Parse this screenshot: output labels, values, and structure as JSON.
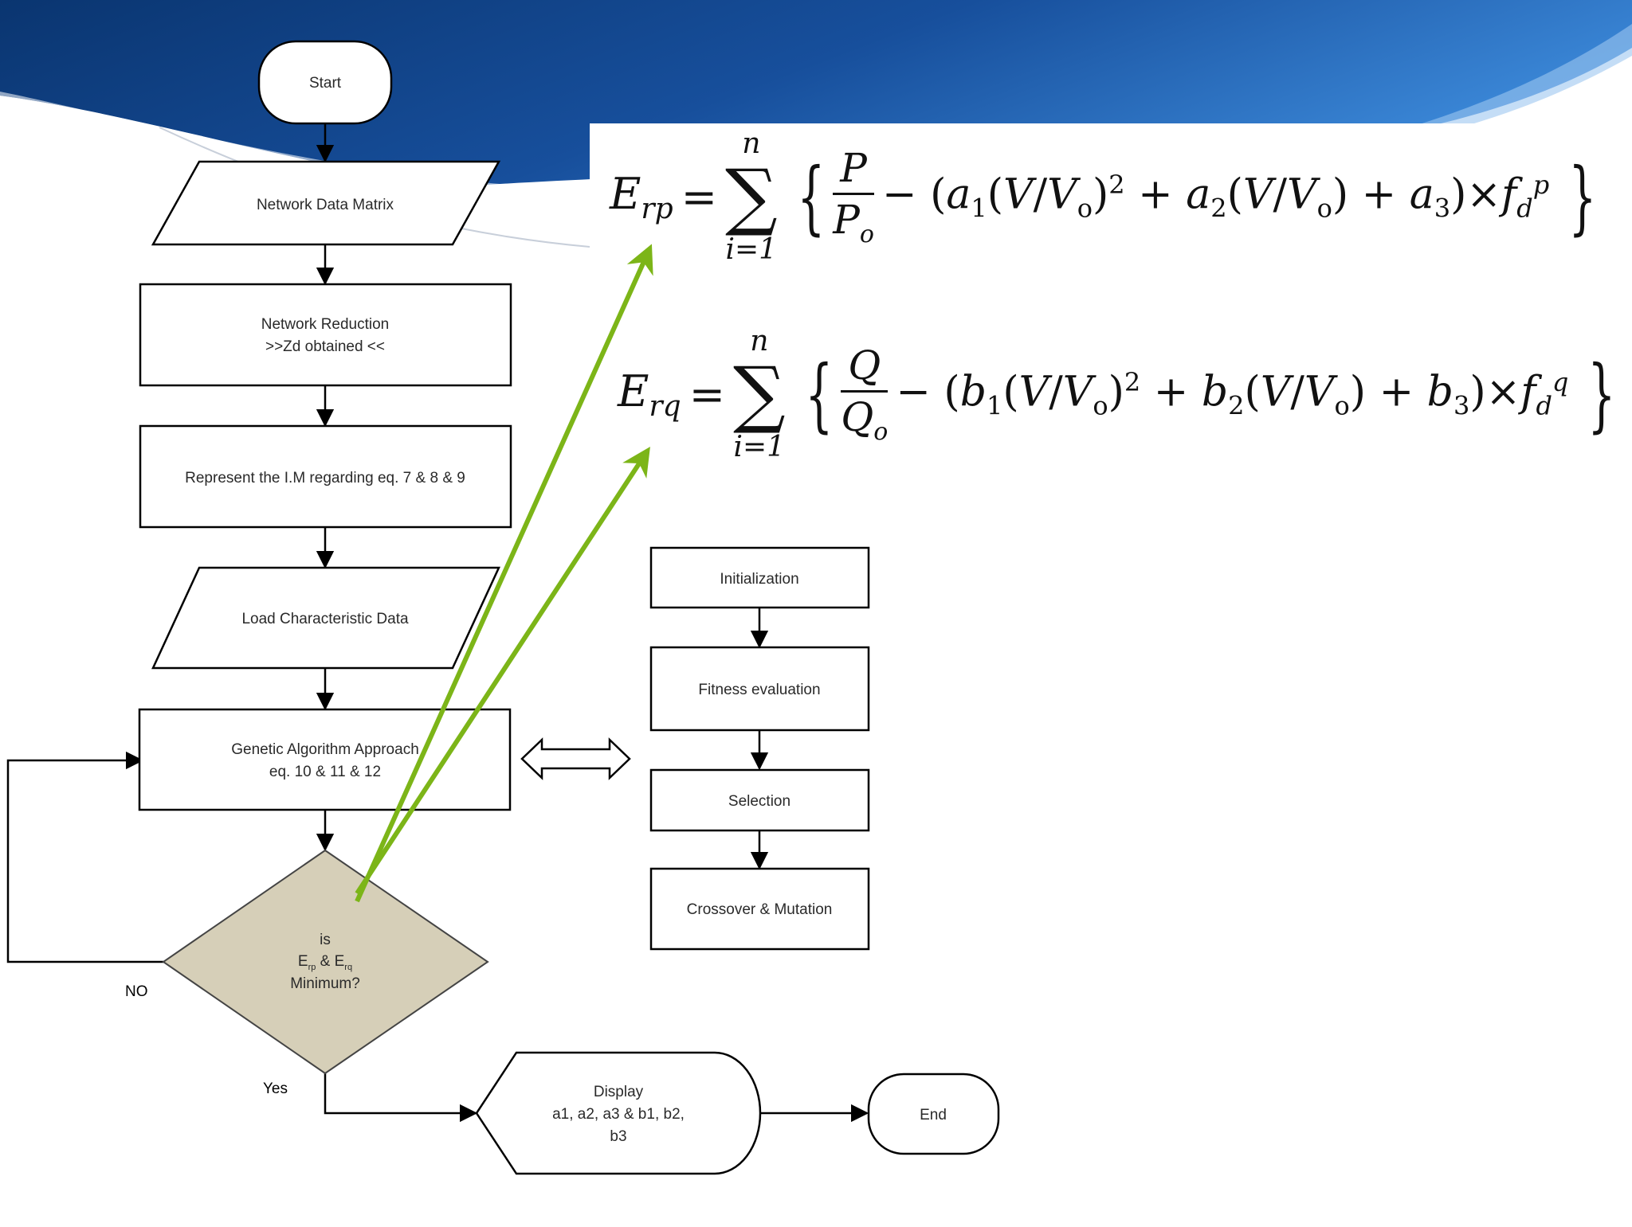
{
  "colors": {
    "header_dark": "#0b3a78",
    "header_light": "#2f72c4",
    "arrow_green": "#7cb518",
    "diamond_fill": "#d6cfb8",
    "line": "#000000"
  },
  "flowchart": {
    "start": "Start",
    "network_data": "Network Data Matrix",
    "reduction_line1": "Network Reduction",
    "reduction_line2": ">>Zd obtained <<",
    "represent": "Represent the I.M regarding eq. 7 & 8 & 9",
    "load": "Load Characteristic Data",
    "ga_line1": "Genetic Algorithm Approach",
    "ga_line2": "eq. 10 & 11 & 12",
    "decision_line1": "is",
    "decision_e1": "E",
    "decision_e1_sub": "rp",
    "decision_amp": " & ",
    "decision_e2": "E",
    "decision_e2_sub": "rq",
    "decision_line3": "Minimum?",
    "no_label": "NO",
    "yes_label": "Yes",
    "display_line1": "Display",
    "display_line2": "a1, a2, a3 & b1, b2,",
    "display_line3": "b3",
    "end": "End"
  },
  "ga_steps": {
    "initialization": "Initialization",
    "fitness": "Fitness evaluation",
    "selection": "Selection",
    "crossover": "Crossover & Mutation"
  },
  "equations": {
    "erp": {
      "lhs": "E",
      "lhs_sub": "rp",
      "eq": "=",
      "sum_top": "n",
      "sum_bot": "i=1",
      "num": "P",
      "den": "P",
      "den_sub": "o",
      "coef1": "a",
      "coef1_sub": "1",
      "coef2": "a",
      "coef2_sub": "2",
      "coef3": "a",
      "coef3_sub": "3",
      "exp_letter": "p"
    },
    "erq": {
      "lhs": "E",
      "lhs_sub": "rq",
      "eq": "=",
      "sum_top": "n",
      "sum_bot": "i=1",
      "num": "Q",
      "den": "Q",
      "den_sub": "o",
      "coef1": "b",
      "coef1_sub": "1",
      "coef2": "b",
      "coef2_sub": "2",
      "coef3": "b",
      "coef3_sub": "3",
      "exp_letter": "q"
    }
  }
}
